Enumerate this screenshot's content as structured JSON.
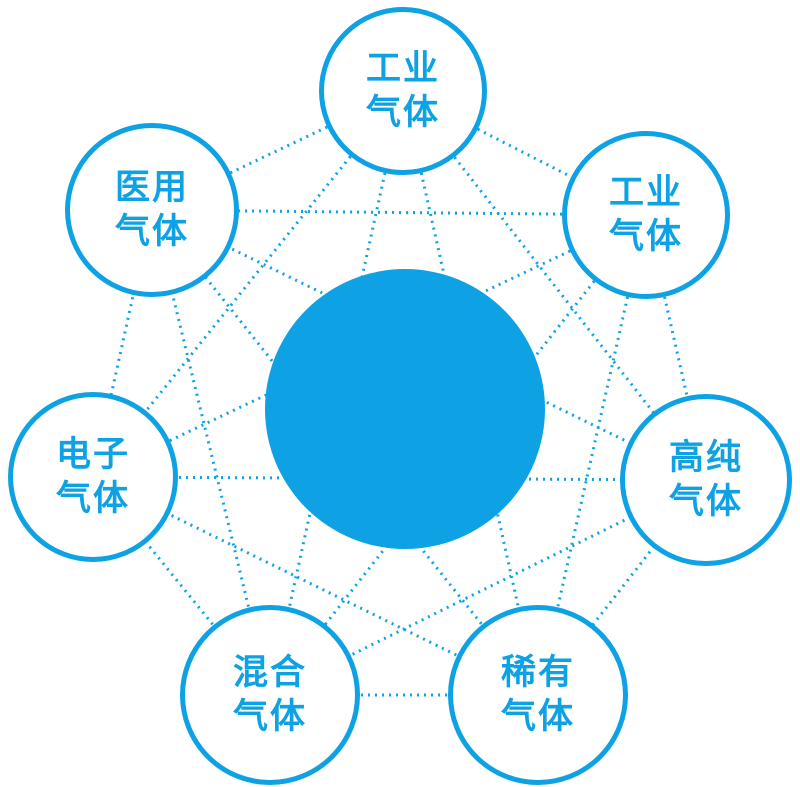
{
  "diagram": {
    "colors": {
      "accent": "#0ea2e4",
      "background": "#ffffff"
    },
    "hub": {
      "label": ""
    },
    "nodes": [
      {
        "id": "top",
        "line1": "工业",
        "line2": "气体"
      },
      {
        "id": "top-right",
        "line1": "工业",
        "line2": "气体"
      },
      {
        "id": "right",
        "line1": "高纯",
        "line2": "气体"
      },
      {
        "id": "bottom-right",
        "line1": "稀有",
        "line2": "气体"
      },
      {
        "id": "bottom-left",
        "line1": "混合",
        "line2": "气体"
      },
      {
        "id": "left",
        "line1": "电子",
        "line2": "气体"
      },
      {
        "id": "top-left",
        "line1": "医用",
        "line2": "气体"
      }
    ]
  }
}
